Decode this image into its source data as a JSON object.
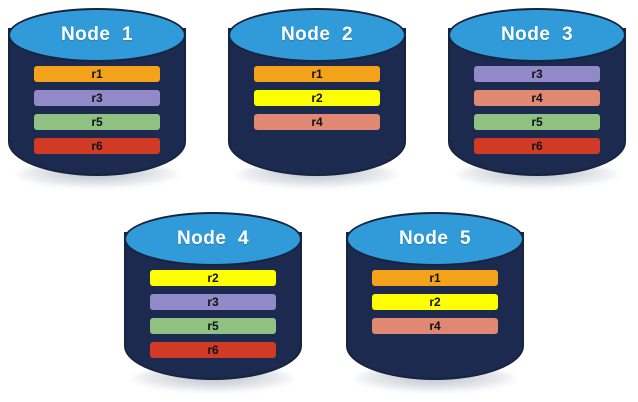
{
  "diagram": {
    "type": "distributed-database-replication",
    "background_color": "#ffffff",
    "cylinder_body_color": "#1b2a4e",
    "cylinder_top_color": "#309bd8",
    "cylinder_border_color": "#16243f",
    "title_text_color": "#ffffff",
    "record_colors": {
      "r1": "#F5A21B",
      "r2": "#FFFF00",
      "r3": "#9189C8",
      "r4": "#E08872",
      "r5": "#8FC183",
      "r6": "#D13B26"
    },
    "nodes": [
      {
        "title": "Node  1",
        "records": [
          {
            "label": "r1",
            "color": "#F5A21B"
          },
          {
            "label": "r3",
            "color": "#9189C8"
          },
          {
            "label": "r5",
            "color": "#8FC183"
          },
          {
            "label": "r6",
            "color": "#D13B26"
          }
        ]
      },
      {
        "title": "Node  2",
        "records": [
          {
            "label": "r1",
            "color": "#F5A21B"
          },
          {
            "label": "r2",
            "color": "#FFFF00"
          },
          {
            "label": "r4",
            "color": "#E08872"
          }
        ]
      },
      {
        "title": "Node  3",
        "records": [
          {
            "label": "r3",
            "color": "#9189C8"
          },
          {
            "label": "r4",
            "color": "#E08872"
          },
          {
            "label": "r5",
            "color": "#8FC183"
          },
          {
            "label": "r6",
            "color": "#D13B26"
          }
        ]
      },
      {
        "title": "Node  4",
        "records": [
          {
            "label": "r2",
            "color": "#FFFF00"
          },
          {
            "label": "r3",
            "color": "#9189C8"
          },
          {
            "label": "r5",
            "color": "#8FC183"
          },
          {
            "label": "r6",
            "color": "#D13B26"
          }
        ]
      },
      {
        "title": "Node  5",
        "records": [
          {
            "label": "r1",
            "color": "#F5A21B"
          },
          {
            "label": "r2",
            "color": "#FFFF00"
          },
          {
            "label": "r4",
            "color": "#E08872"
          }
        ]
      }
    ]
  }
}
